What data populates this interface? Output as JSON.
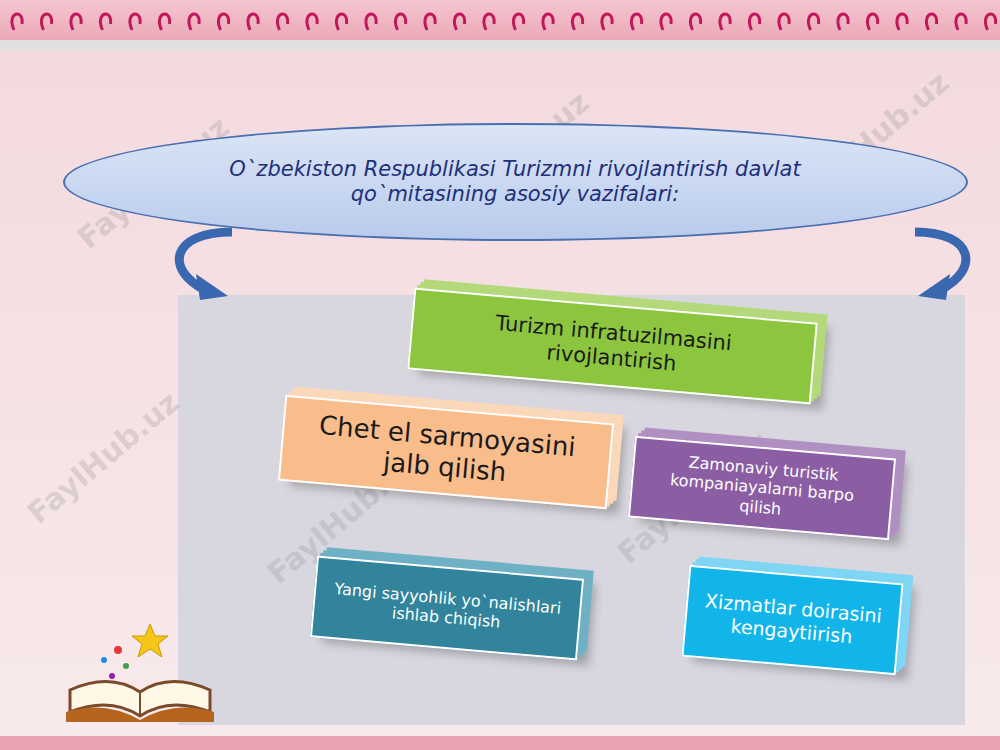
{
  "diagram": {
    "nodes": [
      {
        "text": [
          "O`zbekiston Respublikasi Turizmni rivojlantirish davlat qo`mitasining asosiy vazifalari:"
        ]
      },
      {
        "text": [
          "Turizm infratuzilmasini rivojlantirish"
        ]
      },
      {
        "text": [
          "Chet el sarmoyasini jalb qilish"
        ]
      },
      {
        "text": [
          "Zamonaviy turistik kompaniayalarni barpo qilish"
        ]
      },
      {
        "text": [
          "Yangi sayyohlik yo`nalishlari ishlab chiqish"
        ]
      },
      {
        "text": [
          "Xizmatlar doirasini kengaytiirish"
        ]
      }
    ],
    "labels": [
      "FaylHub.uz",
      "FaylHub.uz",
      "FaylHub.uz",
      "FaylHub.uz",
      "FaylHub.uz",
      "FaylHub.uz"
    ]
  }
}
